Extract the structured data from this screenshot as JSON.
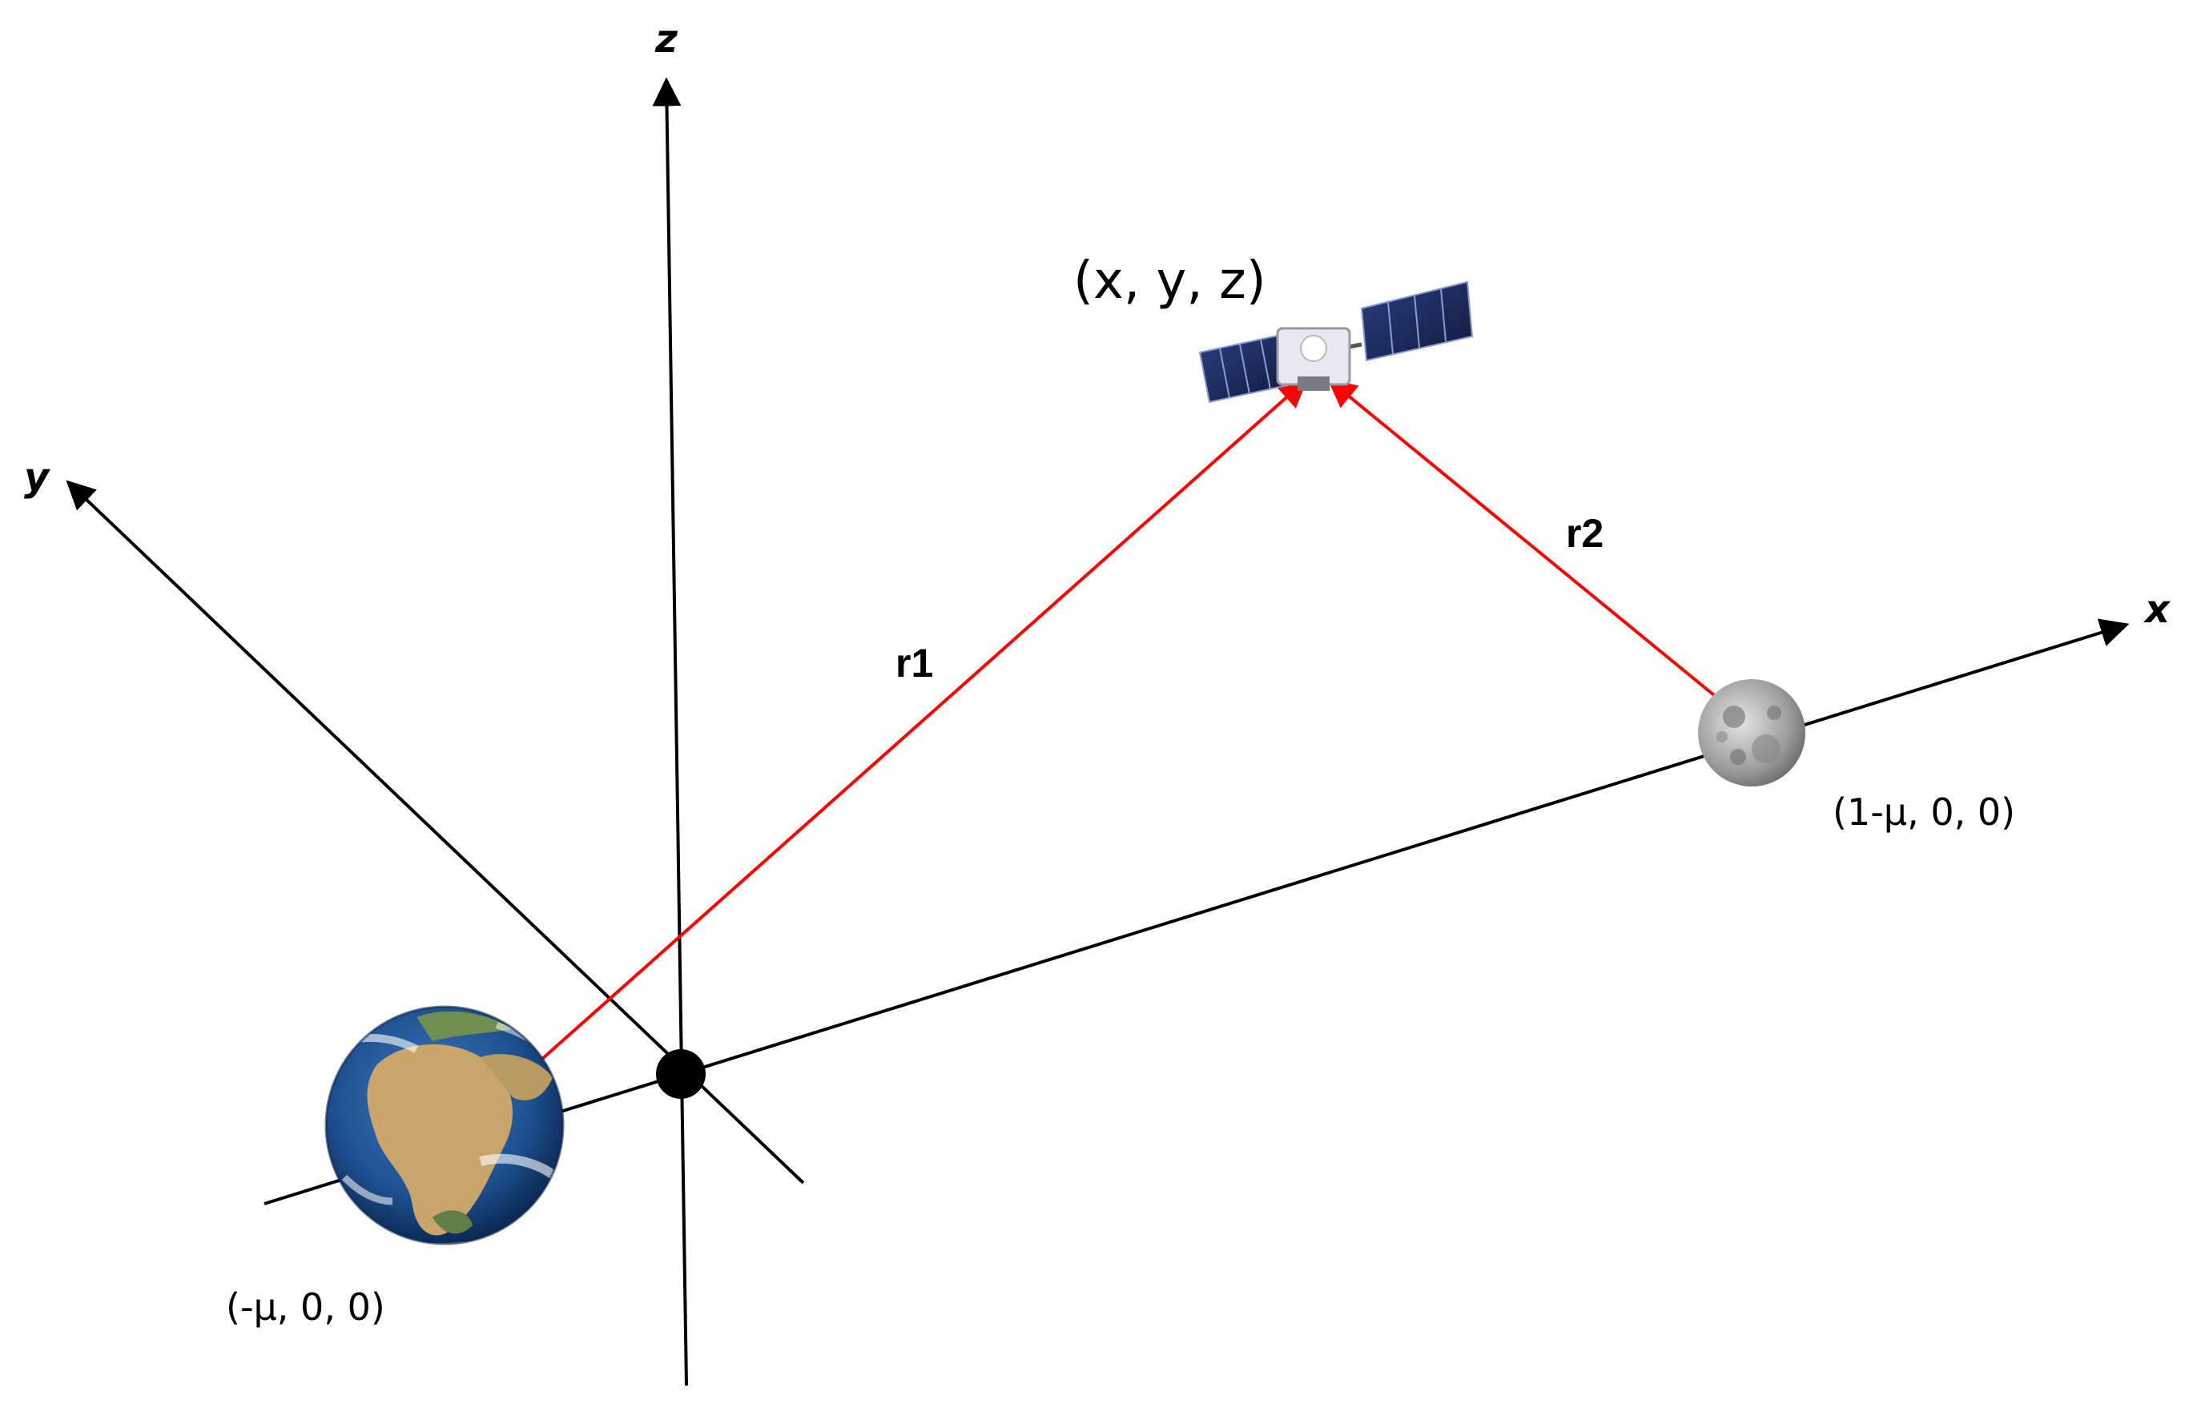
{
  "axes": {
    "x_label": "x",
    "y_label": "y",
    "z_label": "z"
  },
  "vectors": {
    "r1_label": "r1",
    "r2_label": "r2"
  },
  "bodies": {
    "earth": {
      "coord_label": "(-μ, 0, 0)",
      "icon": "earth-icon"
    },
    "moon": {
      "coord_label": "(1-μ, 0, 0)",
      "icon": "moon-icon"
    },
    "satellite": {
      "coord_label": "(x, y, z)",
      "icon": "satellite-icon"
    }
  },
  "colors": {
    "axis": "#000000",
    "vector": "#ff0000",
    "origin": "#000000"
  }
}
